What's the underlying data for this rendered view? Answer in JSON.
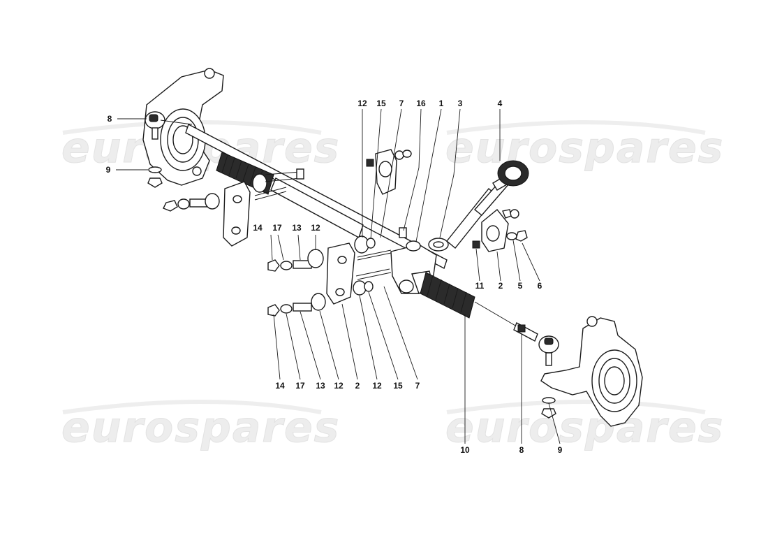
{
  "watermark": {
    "text": "eurospares"
  },
  "callouts": [
    {
      "id": "c-8-left",
      "label": "8"
    },
    {
      "id": "c-9-left",
      "label": "9"
    },
    {
      "id": "c-12-top",
      "label": "12"
    },
    {
      "id": "c-15-top",
      "label": "15"
    },
    {
      "id": "c-7-top",
      "label": "7"
    },
    {
      "id": "c-16",
      "label": "16"
    },
    {
      "id": "c-1",
      "label": "1"
    },
    {
      "id": "c-3",
      "label": "3"
    },
    {
      "id": "c-4",
      "label": "4"
    },
    {
      "id": "c-14-mid",
      "label": "14"
    },
    {
      "id": "c-17-mid",
      "label": "17"
    },
    {
      "id": "c-13-mid",
      "label": "13"
    },
    {
      "id": "c-12-mid",
      "label": "12"
    },
    {
      "id": "c-11",
      "label": "11"
    },
    {
      "id": "c-2-right",
      "label": "2"
    },
    {
      "id": "c-5",
      "label": "5"
    },
    {
      "id": "c-6",
      "label": "6"
    },
    {
      "id": "c-14-bot",
      "label": "14"
    },
    {
      "id": "c-17-bot",
      "label": "17"
    },
    {
      "id": "c-13-bot",
      "label": "13"
    },
    {
      "id": "c-12-bot-a",
      "label": "12"
    },
    {
      "id": "c-2-bot",
      "label": "2"
    },
    {
      "id": "c-12-bot-b",
      "label": "12"
    },
    {
      "id": "c-15-bot",
      "label": "15"
    },
    {
      "id": "c-7-bot",
      "label": "7"
    },
    {
      "id": "c-10",
      "label": "10"
    },
    {
      "id": "c-8-right",
      "label": "8"
    },
    {
      "id": "c-9-right",
      "label": "9"
    }
  ]
}
